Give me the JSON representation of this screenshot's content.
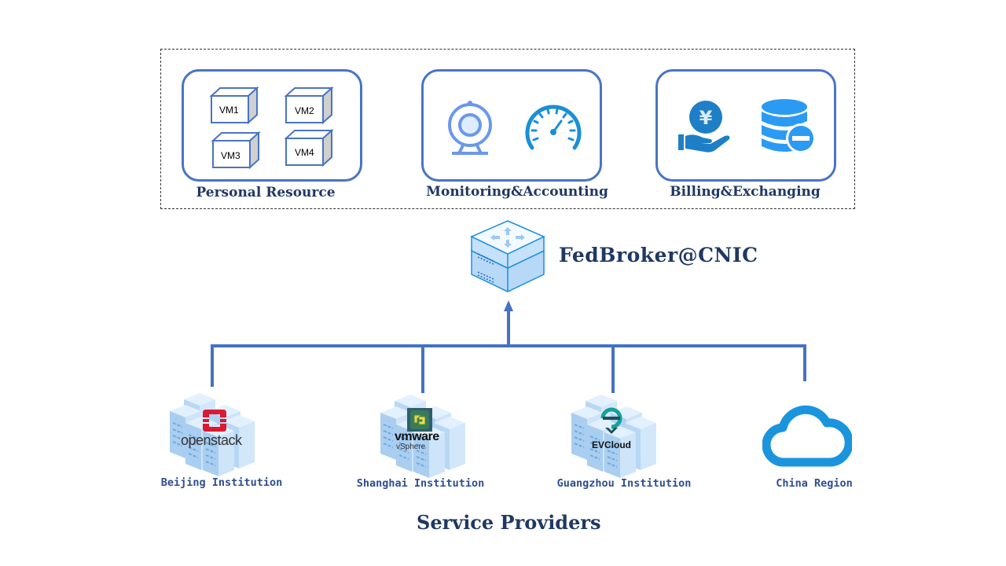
{
  "top_panel": {
    "groups": [
      {
        "label": "Personal Resource",
        "vms": [
          "VM1",
          "VM2",
          "VM3",
          "VM4"
        ]
      },
      {
        "label": "Monitoring&Accounting",
        "icons": [
          "webcam-icon",
          "speedometer-icon"
        ]
      },
      {
        "label": "Billing&Exchanging",
        "icons": [
          "yen-coin-hand-icon",
          "database-minus-icon"
        ]
      }
    ]
  },
  "broker": {
    "title": "FedBroker@CNIC",
    "icon": "network-switch-icon"
  },
  "providers": {
    "title": "Service Providers",
    "items": [
      {
        "label": "Beijing Institution",
        "logo_text": "openstack",
        "icon": "server-cluster-icon"
      },
      {
        "label": "Shanghai Institution",
        "logo_text": "vmware",
        "logo_subtext": "vSphere",
        "icon": "server-cluster-icon"
      },
      {
        "label": "Guangzhou Institution",
        "logo_text": "EVCloud",
        "icon": "server-cluster-icon"
      },
      {
        "label": "China Region",
        "icon": "cloud-icon"
      }
    ]
  },
  "colors": {
    "box_border": "#4a74c4",
    "title_text": "#1f3864",
    "connector": "#4472c4",
    "icon_blue": "#1a8fd8",
    "openstack_red": "#da1a32"
  }
}
